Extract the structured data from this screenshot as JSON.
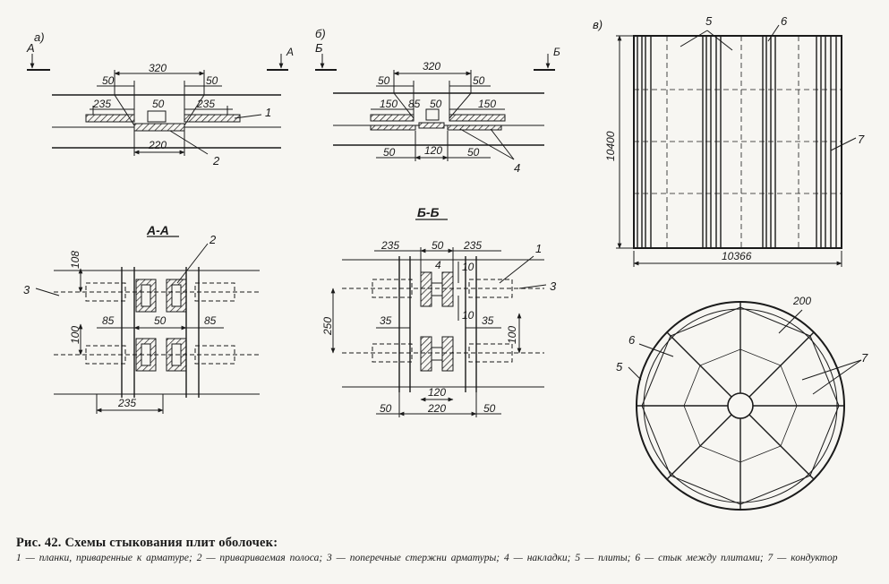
{
  "panels": {
    "a": {
      "label": "а)",
      "cut_letter_left": "А",
      "cut_letter_right": "А",
      "dims_top": [
        "50",
        "320",
        "50"
      ],
      "dims_mid": [
        "235",
        "50",
        "235"
      ],
      "dim_bottom": "220",
      "callouts": [
        "1",
        "2"
      ]
    },
    "b": {
      "label": "б)",
      "cut_letter_left": "Б",
      "cut_letter_right": "Б",
      "dims_top": [
        "50",
        "320",
        "50"
      ],
      "dims_mid": [
        "150",
        "85",
        "50",
        "150"
      ],
      "dims_bottom": [
        "50",
        "120",
        "50"
      ],
      "callout": "4"
    },
    "c": {
      "label": "в)",
      "callouts": [
        "5",
        "6",
        "7"
      ],
      "dim_height": "10400",
      "dim_width": "10366"
    },
    "aa": {
      "title": "А-А",
      "dims": [
        "108",
        "100",
        "85",
        "50",
        "85",
        "235"
      ],
      "callouts": [
        "3",
        "2"
      ]
    },
    "bb": {
      "title": "Б-Б",
      "dims_top": [
        "235",
        "50",
        "235"
      ],
      "dims_inner": [
        "4",
        "10",
        "10"
      ],
      "dims_side": [
        "250",
        "35",
        "35",
        "100"
      ],
      "dims_bottom": [
        "120",
        "50",
        "220",
        "50"
      ],
      "callouts": [
        "1",
        "3"
      ]
    },
    "plan": {
      "dim": "200",
      "callouts": [
        "6",
        "5",
        "7"
      ]
    }
  },
  "caption": {
    "title": "Рис. 42. Схемы стыкования плит оболочек:",
    "legend": "1 — планки, приваренные к арматуре; 2 — привариваемая полоса; 3 — поперечные стержни арматуры; 4 — накладки; 5 — плиты; 6 — стык между плитами; 7 — кондуктор"
  }
}
